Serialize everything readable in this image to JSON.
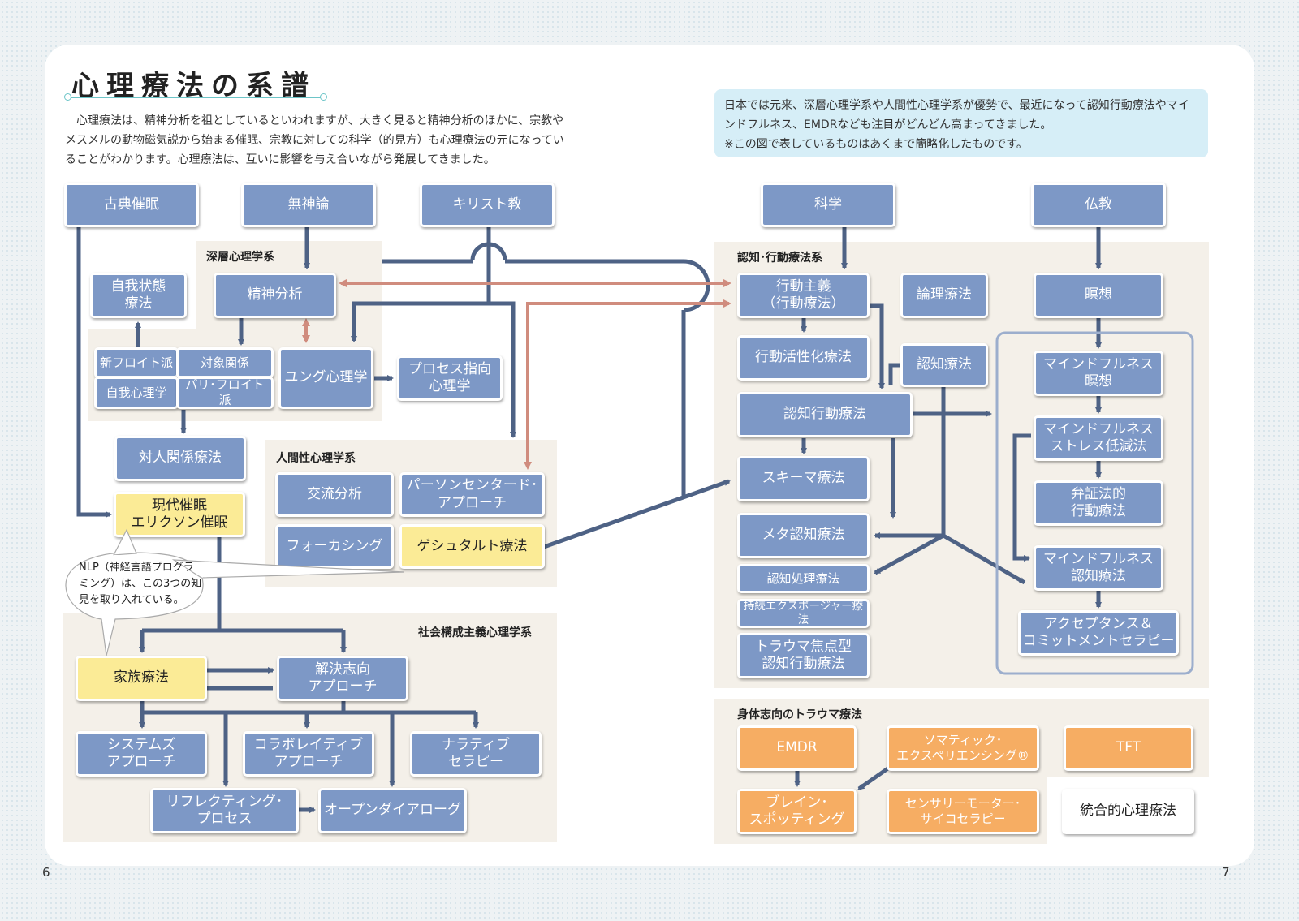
{
  "title": "心理療法の系譜",
  "intro": "心理療法は、精神分析を祖としているといわれますが、大きく見ると精神分析のほかに、宗教やメスメルの動物磁気説から始まる催眠、宗教に対しての科学（的見方）も心理療法の元になっていることがわかります。心理療法は、互いに影響を与え合いながら発展してきました。",
  "note": {
    "line1": "日本では元来、深層心理学系や人間性心理学系が優勢で、最近になって認知行動療法やマインドフルネス、EMDRなども注目がどんどん高まってきました。",
    "line2": "※この図で表しているものはあくまで簡略化したものです。"
  },
  "regions": {
    "depth": "深層心理学系",
    "humanistic": "人間性心理学系",
    "social": "社会構成主義心理学系",
    "cbt": "認知･行動療法系",
    "trauma": "身体志向のトラウマ療法"
  },
  "boxes": {
    "koten_saimin": "古典催眠",
    "mushinron": "無神論",
    "christ": "キリスト教",
    "kagaku": "科学",
    "bukkyo": "仏教",
    "jiga_jotai": "自我状態\n療法",
    "seishin_bunseki": "精神分析",
    "shin_freud": "新フロイト派",
    "taisho_kankei": "対象関係",
    "jiga_shinri": "自我心理学",
    "pari_freud": "パリ･フロイト派",
    "jung": "ユング心理学",
    "process": "プロセス指向\n心理学",
    "taijin": "対人関係療法",
    "gendai_saimin": "現代催眠\nエリクソン催眠",
    "koryu": "交流分析",
    "person": "パーソンセンタード･\nアプローチ",
    "focusing": "フォーカシング",
    "gestalt": "ゲシュタルト療法",
    "kazoku": "家族療法",
    "kaiketsu": "解決志向\nアプローチ",
    "systems": "システムズ\nアプローチ",
    "collab": "コラボレイティブ\nアプローチ",
    "narrative": "ナラティブ\nセラピー",
    "reflecting": "リフレクティング･\nプロセス",
    "opendialogue": "オープンダイアローグ",
    "kodo_shugi": "行動主義\n（行動療法）",
    "ronri": "論理療法",
    "meiso": "瞑想",
    "kodo_kasseika": "行動活性化療法",
    "ninchi": "認知療法",
    "cbt": "認知行動療法",
    "schema": "スキーマ療法",
    "meta": "メタ認知療法",
    "cpt": "認知処理療法",
    "pe": "持続エクスポージャー療法",
    "tf_cbt": "トラウマ焦点型\n認知行動療法",
    "mf_meiso": "マインドフルネス\n瞑想",
    "mbsr": "マインドフルネス\nストレス低減法",
    "dbt": "弁証法的\n行動療法",
    "mbct": "マインドフルネス\n認知療法",
    "act": "アクセプタンス＆\nコミットメントセラピー",
    "emdr": "EMDR",
    "se": "ソマティック･\nエクスペリエンシング®",
    "tft": "TFT",
    "brainspotting": "ブレイン･\nスポッティング",
    "sensorimotor": "センサリーモーター･\nサイコセラピー",
    "togo": "統合的心理療法"
  },
  "bubble": "NLP（神経言語プログラミング）は、この3つの知見を取り入れている。",
  "page_left": "6",
  "page_right": "7",
  "colors": {
    "box_blue": "#7d98c6",
    "line_navy": "#4e6285",
    "arrow_salmon": "#d08c7e",
    "highlight_yellow": "#fbeb96",
    "trauma_orange": "#f6ad63",
    "region_beige": "#f4f0e9",
    "note_bg": "#d6eef7"
  }
}
